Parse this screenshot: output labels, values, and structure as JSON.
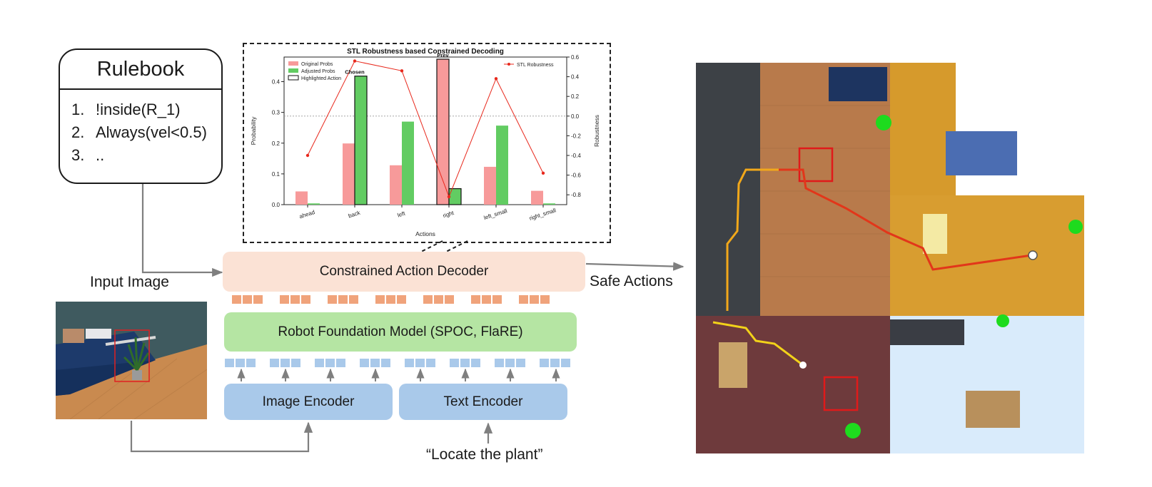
{
  "rulebook": {
    "title": "Rulebook",
    "rules": [
      {
        "num": "1.",
        "text": "!inside(R_1)"
      },
      {
        "num": "2.",
        "text": "Always(vel<0.5)"
      },
      {
        "num": "3.",
        "text": ".."
      }
    ]
  },
  "labels": {
    "input_image": "Input Image",
    "safe_actions": "Safe Actions",
    "prompt": "“Locate the plant”"
  },
  "modules": {
    "decoder": "Constrained Action Decoder",
    "foundation_model": "Robot Foundation Model (SPOC, FlaRE)",
    "image_encoder": "Image Encoder",
    "text_encoder": "Text Encoder"
  },
  "colors": {
    "decoder_fill": "#fbe2d5",
    "decoder_tokens": "#f0a37b",
    "foundation_fill": "#b5e5a3",
    "encoder_fill": "#a9c9ea",
    "encoder_tokens": "#a9c9ea",
    "original_probs": "#f79a9a",
    "adjusted_probs": "#62cc62",
    "robustness_line": "#e8281c"
  },
  "chart_data": {
    "type": "bar",
    "title": "STL Robustness based Constrained Decoding",
    "xlabel": "Actions",
    "ylabel": "Probability",
    "y2label": "Robustness",
    "categories": [
      "ahead",
      "back",
      "left",
      "right",
      "left_small",
      "right_small"
    ],
    "ylim": [
      0,
      0.48
    ],
    "y2lim": [
      -0.9,
      0.6
    ],
    "yticks": [
      "0.0",
      "0.1",
      "0.2",
      "0.3",
      "0.4"
    ],
    "y2ticks": [
      "-0.8",
      "-0.6",
      "-0.4",
      "-0.2",
      "0.0",
      "0.2",
      "0.4",
      "0.6"
    ],
    "series": [
      {
        "name": "Original Probs",
        "values": [
          0.043,
          0.199,
          0.128,
          0.473,
          0.123,
          0.045
        ]
      },
      {
        "name": "Adjusted Probs",
        "values": [
          0.004,
          0.418,
          0.27,
          0.052,
          0.257,
          0.004
        ]
      },
      {
        "name": "STL Robustness",
        "values": [
          -0.4,
          0.56,
          0.46,
          -0.82,
          0.38,
          -0.58
        ]
      }
    ],
    "highlight_legend": "Highlighted Action",
    "annotations": [
      {
        "text": "Chosen",
        "category": "back"
      },
      {
        "text": "Prev",
        "category": "right"
      }
    ],
    "highlighted": [
      {
        "category": "back",
        "series": "Adjusted Probs"
      },
      {
        "category": "right",
        "series": "Original Probs"
      },
      {
        "category": "right",
        "series": "Adjusted Probs"
      }
    ],
    "grid": false,
    "legend_placement": "top-left"
  }
}
